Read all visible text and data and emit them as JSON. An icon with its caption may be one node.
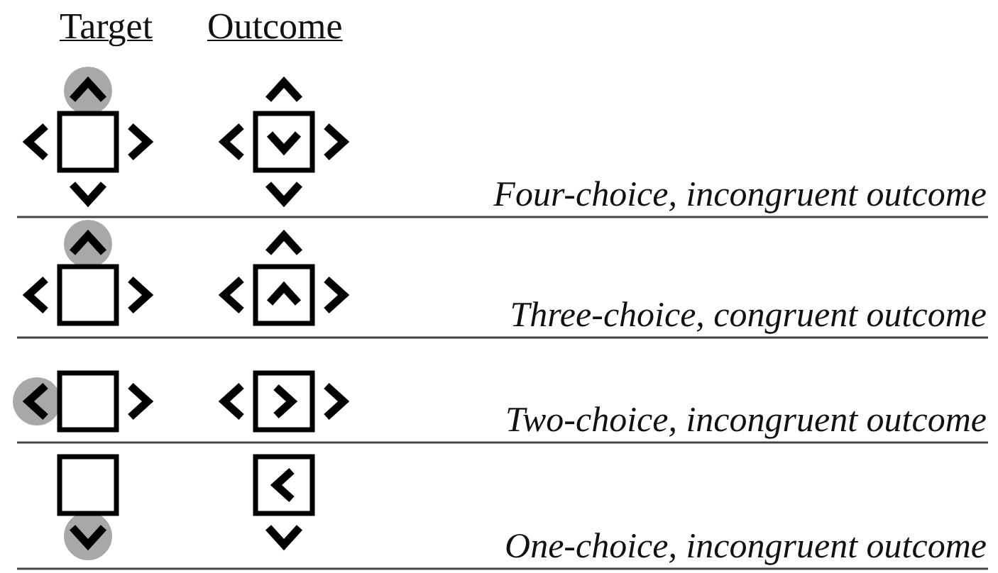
{
  "diagram": {
    "labels": [
      "Target",
      "Outcome",
      "Four-choice, incongruent outcome",
      "Three-choice, congruent outcome",
      "Two-choice, incongruent outcome",
      "One-choice, incongruent outcome"
    ]
  }
}
